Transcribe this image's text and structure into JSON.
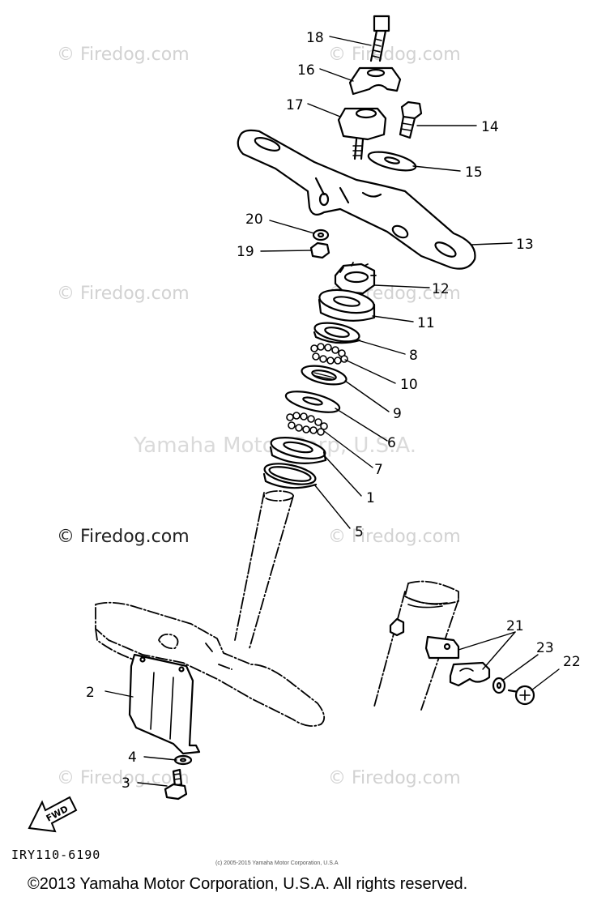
{
  "watermarks": {
    "site": "© Firedog.com",
    "center": "Yamaha Motor Corp, U.S.A."
  },
  "diagram": {
    "part_labels": [
      "18",
      "16",
      "17",
      "14",
      "15",
      "20",
      "19",
      "13",
      "12",
      "11",
      "8",
      "10",
      "9",
      "6",
      "7",
      "1",
      "5",
      "21",
      "23",
      "22",
      "2",
      "4",
      "3"
    ],
    "fwd_label": "FWD",
    "drawing_code": "IRY110-6190"
  },
  "footer": {
    "tiny_notice": "(c) 2005-2015 Yamaha Motor Corporation, U.S.A",
    "copyright": "©2013 Yamaha Motor Corporation, U.S.A. All rights reserved."
  }
}
